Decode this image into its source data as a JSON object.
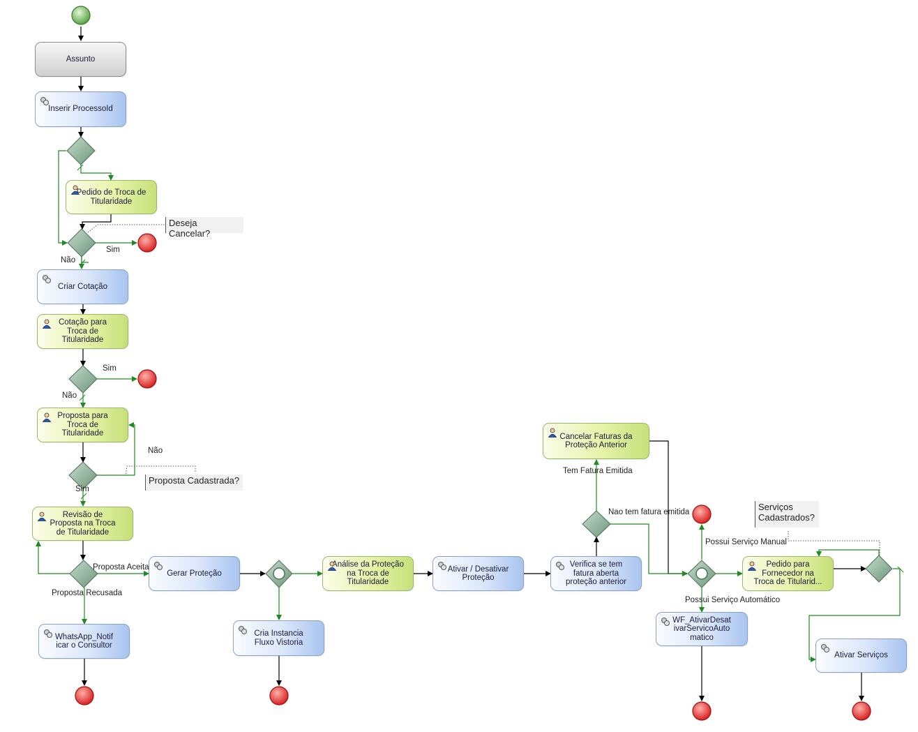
{
  "tasks": {
    "assunto": "Assunto",
    "inserir": "Inserir ProcessoId",
    "pedido_troca": "Pedido de Troca de Titularidade",
    "criar_cotacao": "Criar Cotação",
    "cotacao_troca": "Cotação para Troca de Titularidade",
    "proposta_troca": "Proposta para Troca de Titularidade",
    "revisao_proposta": "Revisão de Proposta na Troca de Titularidade",
    "whatsapp": "WhatsApp_Notificar o Consultor",
    "gerar_protecao": "Gerar Proteção",
    "cria_instancia": "Cria Instancia Fluxo Vistoria",
    "analise_protecao": "Análise da Proteção na Troca de Titularidade",
    "ativar_desativar": "Ativar / Desativar Proteção",
    "verifica_fatura": "Verifica se tem fatura aberta proteção anterior",
    "cancelar_faturas": "Cancelar Faturas da Proteção Anterior",
    "wf_ativar": "WF_AtivarDesativarServicoAutomatico",
    "pedido_fornecedor": "Pedido para Fornecedor na Troca de Titularid...",
    "ativar_servicos": "Ativar Serviços"
  },
  "labels": {
    "sim_1": "Sim",
    "nao_1": "Não",
    "sim_2": "Sim",
    "nao_2": "Não",
    "nao_3": "Não",
    "sim_3": "Sim",
    "proposta_aceita": "Proposta Aceita",
    "proposta_recusada": "Proposta Recusada",
    "tem_fatura": "Tem Fatura Emitida",
    "nao_tem_fatura": "Nao tem fatura emitida",
    "possui_manual": "Possui Serviço Manual",
    "possui_automatico": "Possui Serviço Automático"
  },
  "notes": {
    "deseja_cancelar": "Deseja Cancelar?",
    "proposta_cadastrada": "Proposta Cadastrada?",
    "servicos_cadastrados": "Serviços Cadastrados?"
  },
  "colors": {
    "flow_black": "#000000",
    "flow_green": "#1f8a1f",
    "gateway": "#7fa58a",
    "end_event": "#e03030",
    "start_event": "#5fae4a"
  }
}
